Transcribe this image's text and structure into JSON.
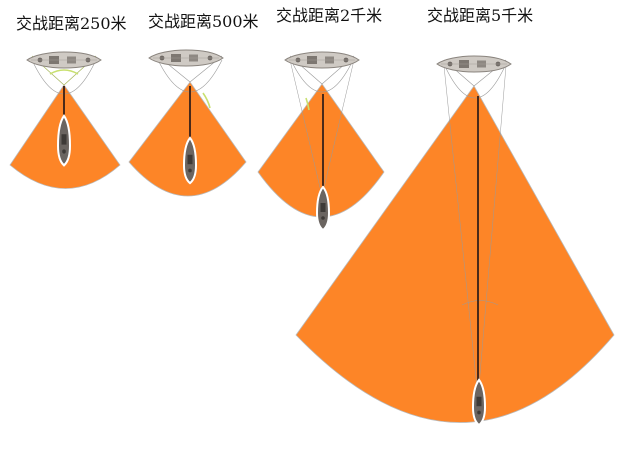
{
  "panels": [
    {
      "title": "交战距离250米"
    },
    {
      "title": "交战距离500米"
    },
    {
      "title": "交战距离2千米"
    },
    {
      "title": "交战距离5千米"
    }
  ],
  "colors": {
    "sector_fill": "#fd8527",
    "sector_outline": "#b9b9b9",
    "guide_line": "#9a9a9a",
    "track": "#4a2a1a",
    "firing_arc": "#c8e070",
    "ship_hull": "#6b6561",
    "ship_deck": "#cfcac4",
    "ship_outline": "#ffffff"
  },
  "icons": {
    "target_ship": "warship-top-view-icon",
    "attacker": "submarine-top-view-icon"
  }
}
